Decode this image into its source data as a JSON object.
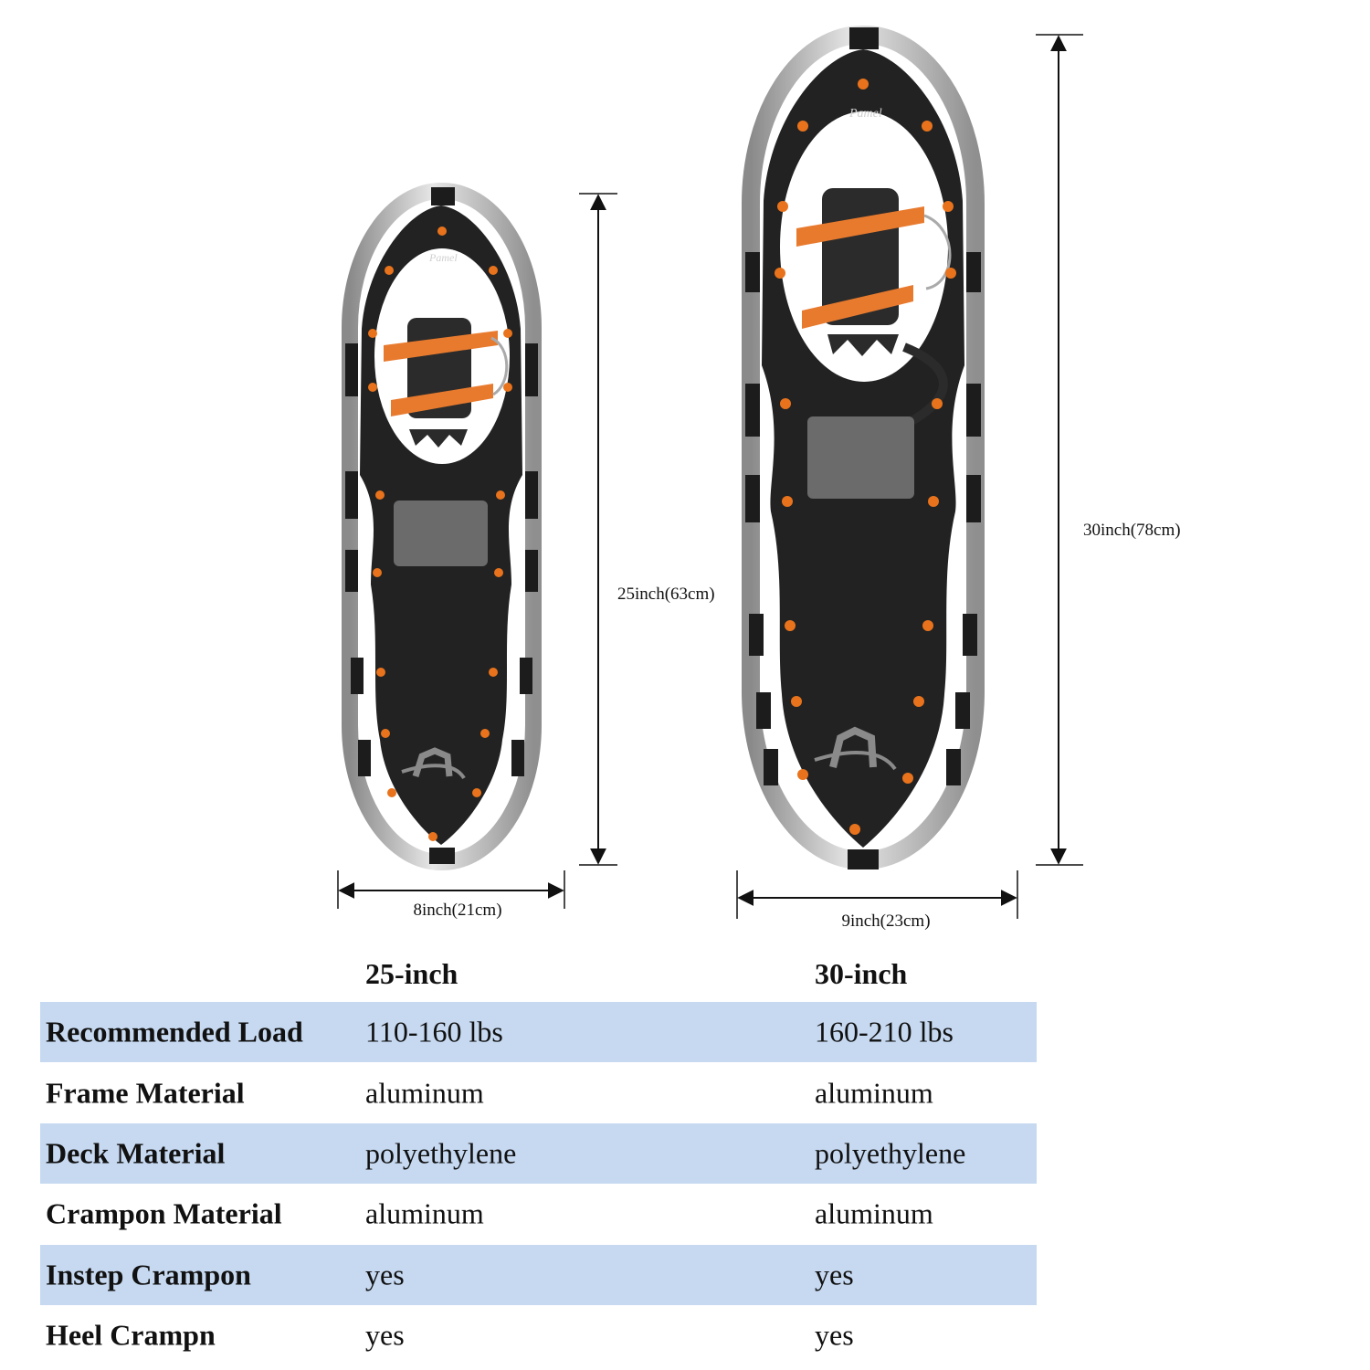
{
  "dimensions": {
    "small_width": "8inch(21cm)",
    "small_length": "25inch(63cm)",
    "large_width": "9inch(23cm)",
    "large_length": "30inch(78cm)"
  },
  "brand_script": "Pamel",
  "colors": {
    "deck": "#222222",
    "frame": "#bcbcbc",
    "rivet": "#e8731c",
    "strap": "#e87a2e",
    "row_shade": "#c6d9f1"
  },
  "table": {
    "columns": [
      "25-inch",
      "30-inch"
    ],
    "rows": [
      {
        "label": "Recommended Load",
        "v25": "110-160 lbs",
        "v30": "160-210 lbs"
      },
      {
        "label": "Frame Material",
        "v25": "aluminum",
        "v30": "aluminum"
      },
      {
        "label": "Deck Material",
        "v25": "polyethylene",
        "v30": "polyethylene"
      },
      {
        "label": "Crampon Material",
        "v25": "aluminum",
        "v30": "aluminum"
      },
      {
        "label": "Instep Crampon",
        "v25": "yes",
        "v30": "yes"
      },
      {
        "label": "Heel Crampn",
        "v25": "yes",
        "v30": "yes"
      }
    ]
  }
}
